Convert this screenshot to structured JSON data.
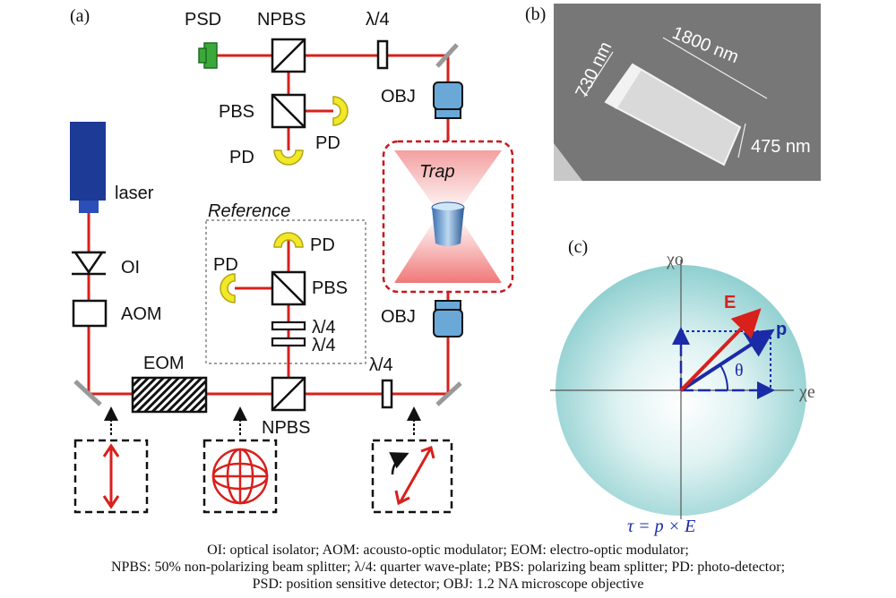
{
  "panels": {
    "a": "(a)",
    "b": "(b)",
    "c": "(c)"
  },
  "setup": {
    "psd": "PSD",
    "npbs_top": "NPBS",
    "qwp_top": "λ/4",
    "obj_top": "OBJ",
    "pbs_top": "PBS",
    "pd_right": "PD",
    "pd_bottom": "PD",
    "laser": "laser",
    "trap": "Trap",
    "reference": "Reference",
    "ref_pd_top": "PD",
    "ref_pd_left": "PD",
    "ref_pbs": "PBS",
    "ref_qwp1": "λ/4",
    "ref_qwp2": "λ/4",
    "oi": "OI",
    "aom": "AOM",
    "eom": "EOM",
    "npbs_bottom": "NPBS",
    "qwp_bottom": "λ/4",
    "obj_bottom": "OBJ"
  },
  "sem": {
    "length": "1800 nm",
    "width_top": "730 nm",
    "width_bottom": "475 nm"
  },
  "sphere": {
    "chi_o": "χo",
    "chi_e": "χe",
    "e": "E",
    "p": "p",
    "theta": "θ",
    "torque": "τ = p × E"
  },
  "caption": [
    "OI: optical isolator; AOM: acousto-optic modulator; EOM: electro-optic modulator;",
    "NPBS: 50% non-polarizing beam splitter; λ/4: quarter wave-plate; PBS: polarizing beam splitter; PD: photo-detector;",
    "PSD: position sensitive detector; OBJ: 1.2 NA microscope objective"
  ],
  "colors": {
    "beam": "#d8201c",
    "arrow_e": "#d8201c",
    "arrow_p": "#1b2aa6",
    "sphere": "#a9dcdc"
  }
}
